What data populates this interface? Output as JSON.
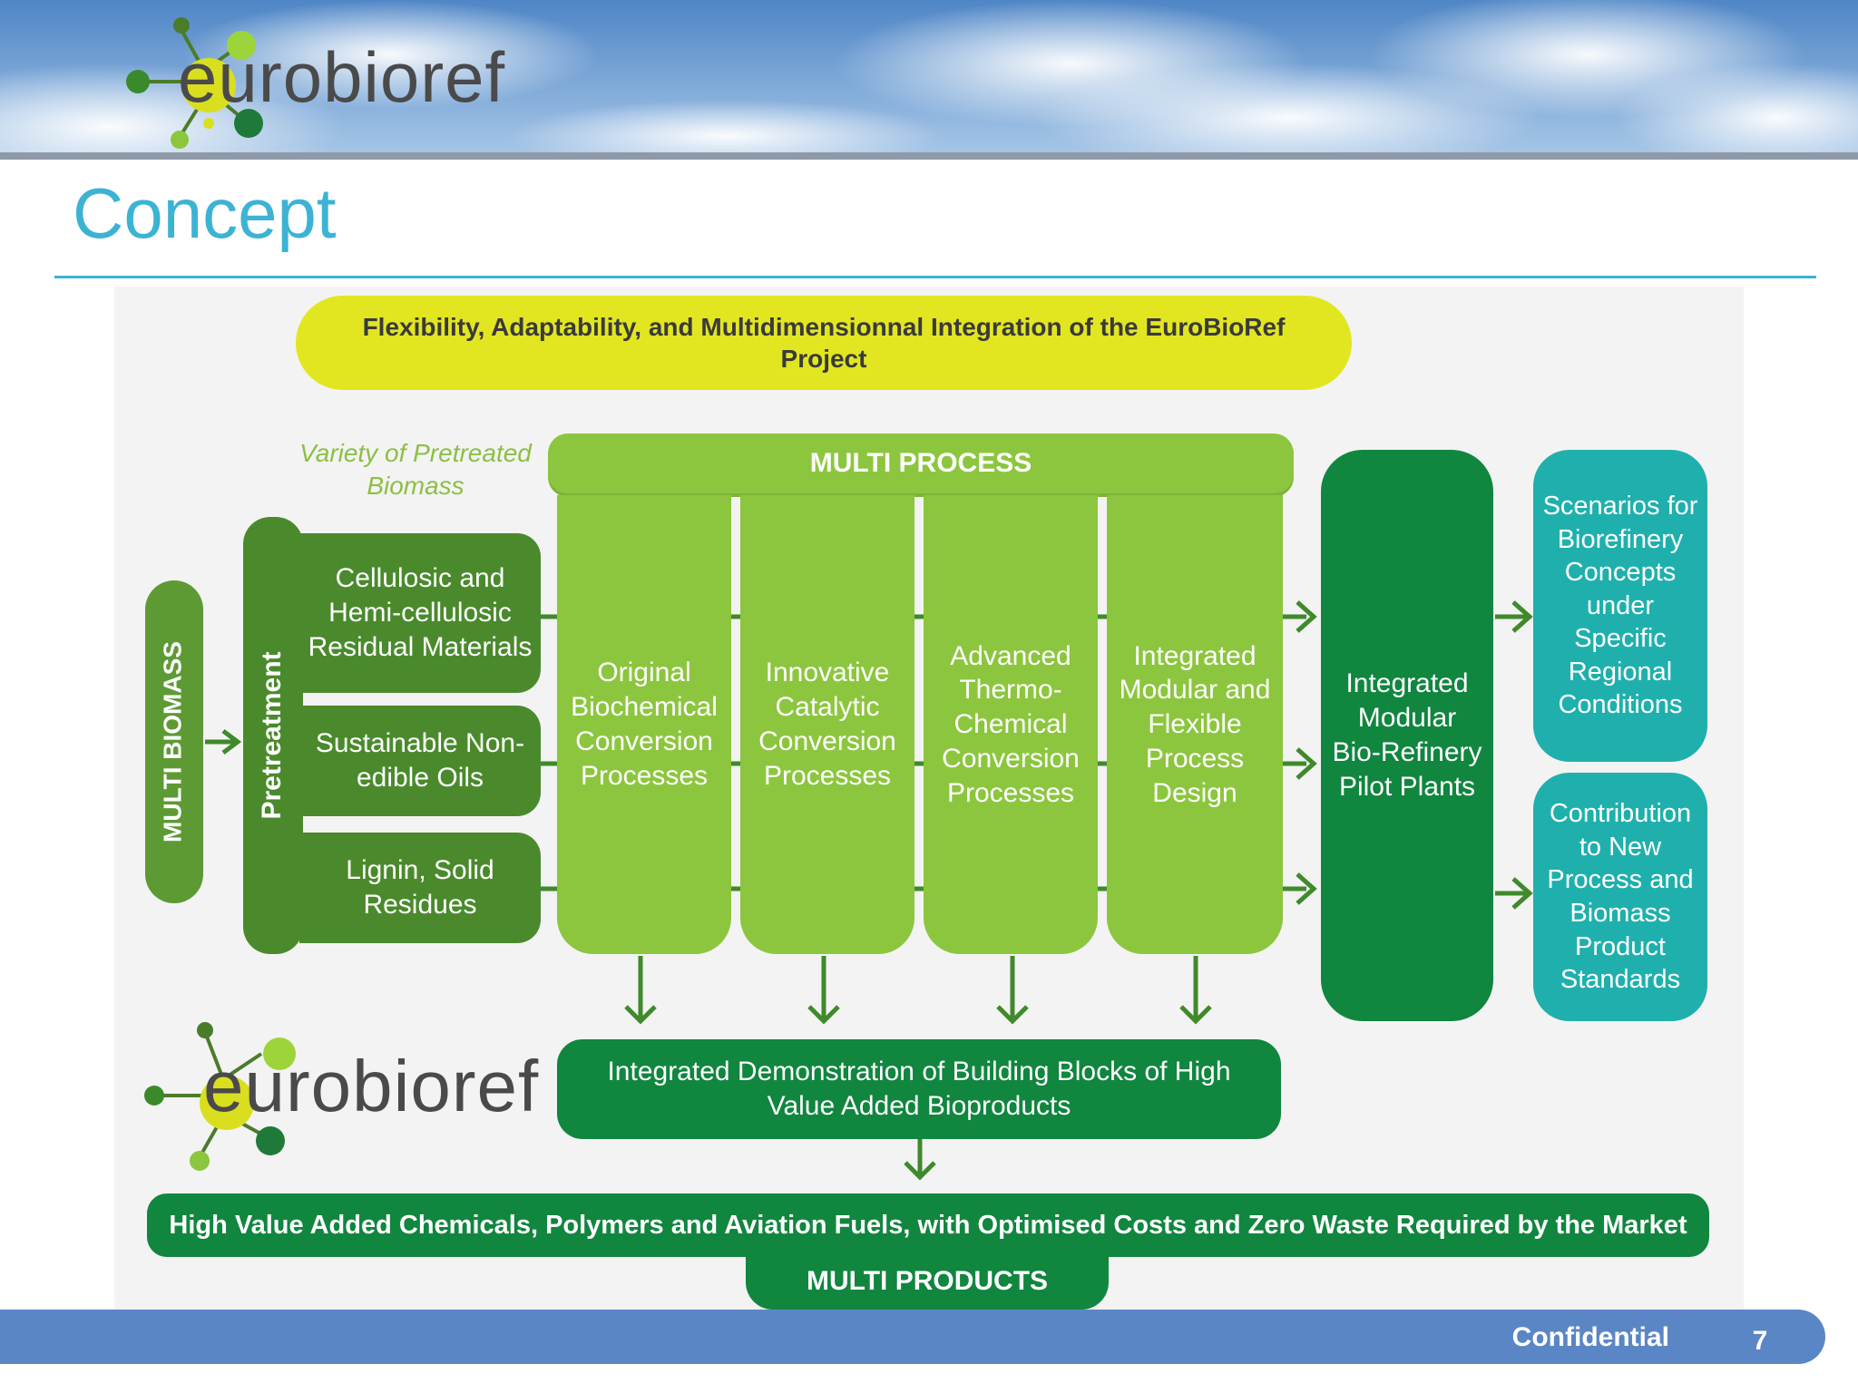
{
  "header": {
    "logo_text": "eurobioref",
    "title": "Concept"
  },
  "diagram": {
    "banner": "Flexibility, Adaptability, and Multidimensionnal Integration of the EuroBioRef Project",
    "multi_biomass": "MULTI BIOMASS",
    "pretreatment": "Pretreatment",
    "variety_caption": "Variety of Pretreated Biomass",
    "feedstocks": [
      "Cellulosic and Hemi-cellulosic Residual Materials",
      "Sustainable Non-edible Oils",
      "Lignin, Solid Residues"
    ],
    "multi_process": "MULTI PROCESS",
    "processes": [
      "Original Biochemical Conversion Processes",
      "Innovative Catalytic Conversion Processes",
      "Advanced Thermo-Chemical Conversion Processes",
      "Integrated Modular and Flexible Process Design"
    ],
    "pilot_plants": "Integrated Modular Bio-Refinery Pilot Plants",
    "outcomes": [
      "Scenarios for Biorefinery Concepts under Specific Regional Conditions",
      "Contribution to New Process and Biomass Product Standards"
    ],
    "demonstration": "Integrated Demonstration of Building Blocks of High Value Added Bioproducts",
    "market": "High Value Added Chemicals, Polymers and Aviation Fuels, with Optimised Costs and Zero Waste Required by the Market",
    "multi_products": "MULTI PRODUCTS",
    "logo_text": "eurobioref"
  },
  "footer": {
    "label": "Confidential",
    "page_number": "7"
  },
  "colors": {
    "title_blue": "#3db3d4",
    "yellow": "#e2e620",
    "dark_green": "#4a8a2c",
    "light_green": "#8cc63e",
    "deep_green": "#10863f",
    "teal": "#1fb0ad",
    "footer_blue": "#5b86c5"
  }
}
